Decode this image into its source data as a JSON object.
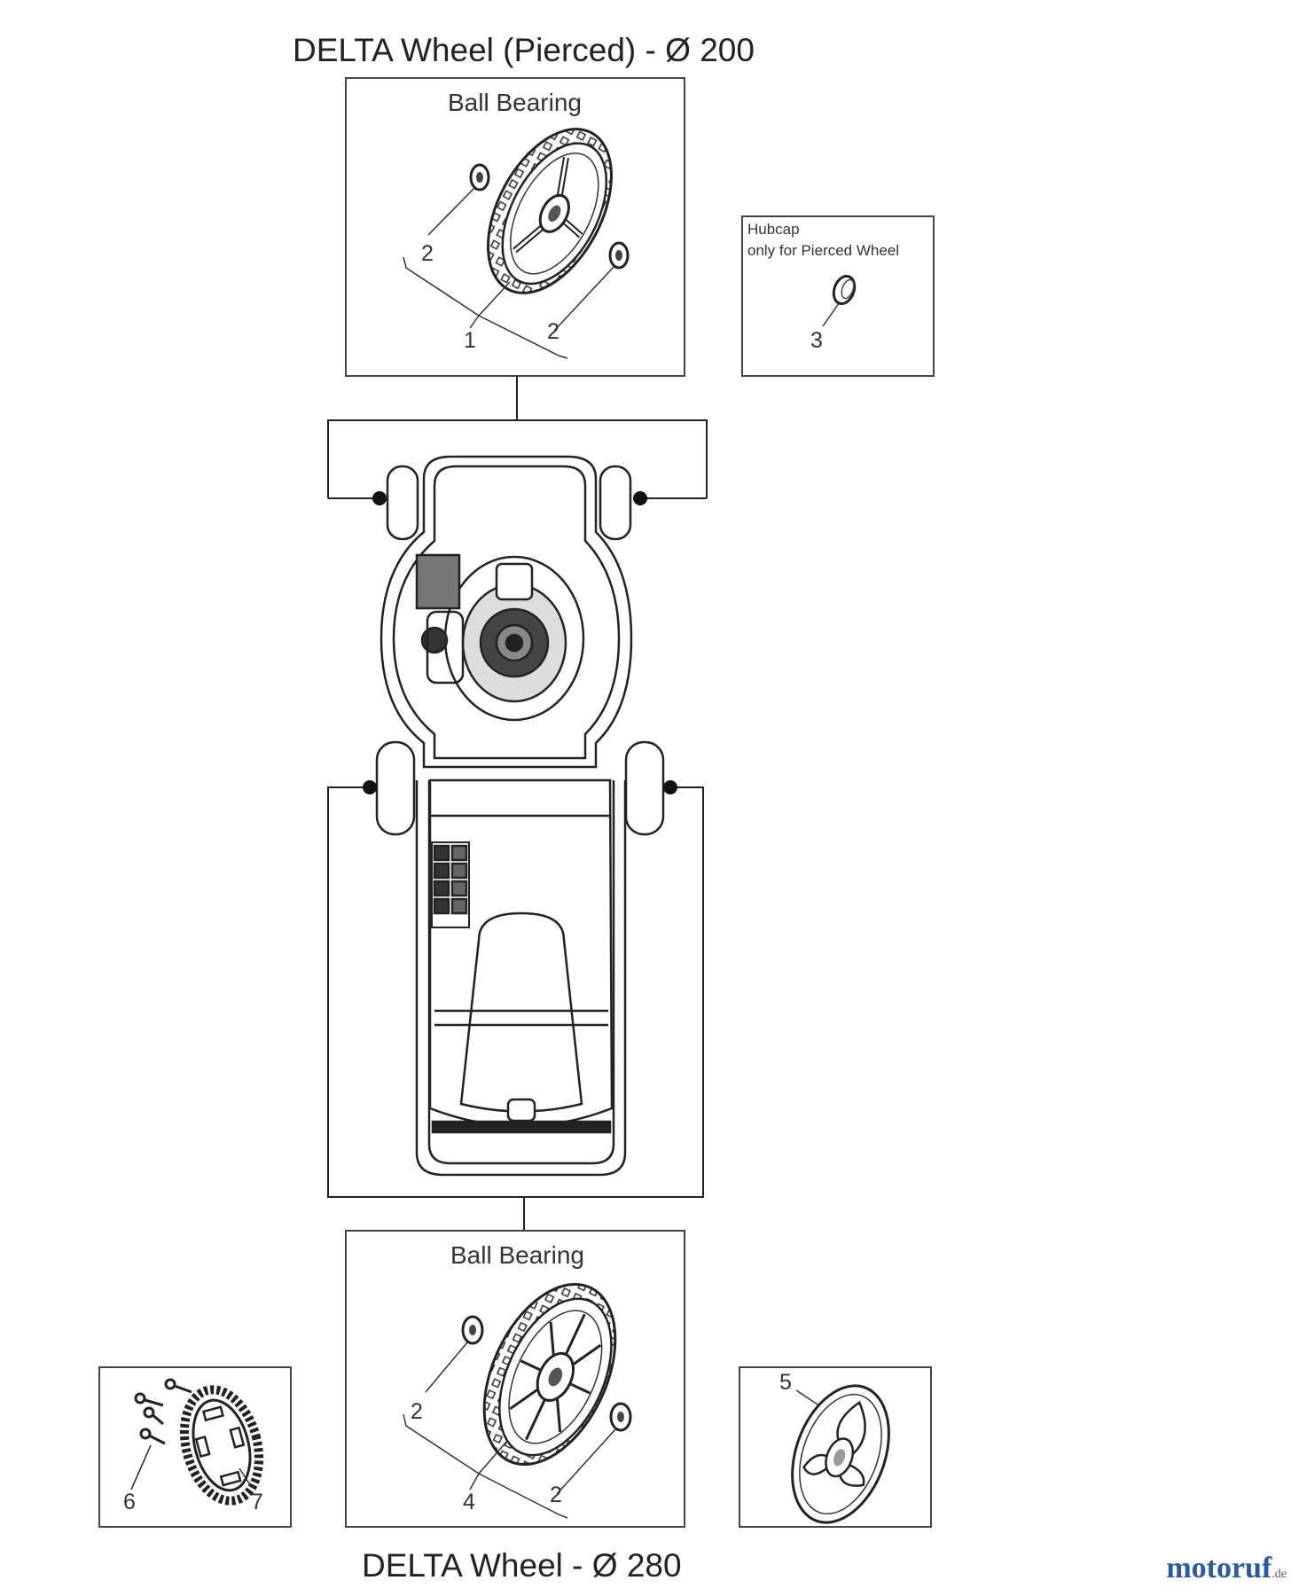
{
  "titles": {
    "top": "DELTA Wheel (Pierced) -  Ø 200",
    "bottom": "DELTA Wheel -  Ø 280"
  },
  "top_box": {
    "label": "Ball Bearing"
  },
  "bottom_box": {
    "label": "Ball Bearing"
  },
  "hubcap_box": {
    "line1": "Hubcap",
    "line2": "only for Pierced Wheel"
  },
  "callouts": {
    "top_bearing_left": "2",
    "top_bearing_right": "2",
    "top_wheel": "1",
    "hubcap": "3",
    "bottom_bearing_left": "2",
    "bottom_bearing_right": "2",
    "bottom_wheel": "4",
    "cover": "5",
    "screws": "6",
    "gear_ring": "7"
  },
  "brand": {
    "name": "motoruf",
    "suffix": ".de",
    "color": "#2a5aa0",
    "accent": "#e08a1e"
  }
}
